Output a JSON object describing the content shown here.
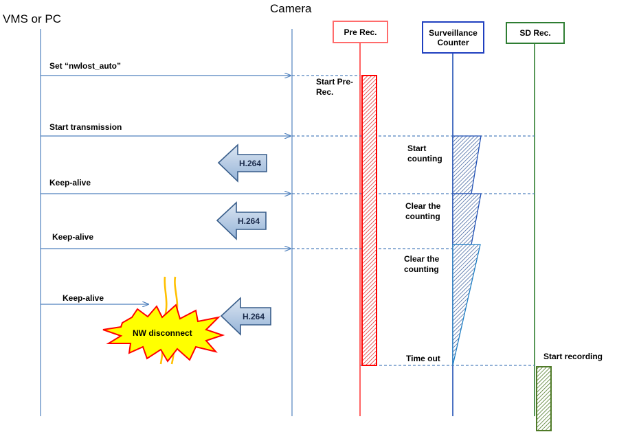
{
  "participants": {
    "vms": "VMS or PC",
    "camera": "Camera",
    "pre_rec": "Pre Rec.",
    "surveillance_counter": "Surveillance Counter",
    "sd_rec": "SD Rec."
  },
  "messages": {
    "set_nwlost": "Set “nwlost_auto”",
    "start_transmission": "Start transmission",
    "keepalive_1": "Keep-alive",
    "keepalive_2": "Keep-alive",
    "keepalive_3": "Keep-alive"
  },
  "stream_arrows": [
    "H.264",
    "H.264",
    "H.264"
  ],
  "annotations": {
    "start_prerec": "Start Pre-Rec.",
    "start_counting": "Start counting",
    "clear_counting_1": "Clear the counting",
    "clear_counting_2": "Clear the counting",
    "time_out": "Time out",
    "start_recording": "Start recording"
  },
  "event": {
    "nw_disconnect": "NW disconnect"
  },
  "colors": {
    "lifeline": "#4f81bd",
    "pre_rec": "#ff0000",
    "counter": "#1f497d",
    "sd_rec": "#4f7a28",
    "burst_fill": "#ffff00",
    "burst_stroke": "#ff0000",
    "stream_arrow": "#b8cce4",
    "cable": "#ffc000"
  }
}
